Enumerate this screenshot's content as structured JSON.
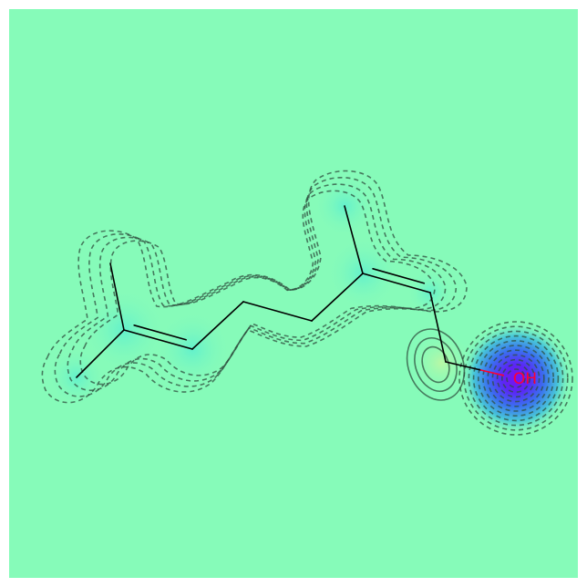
{
  "molecule": {
    "background_color": "#86fbb9",
    "bond_color": "#000000",
    "heteroatom_color": "#ff0033",
    "contour_color": "#2f4f3f",
    "atoms": [
      {
        "id": "c1",
        "element": "C",
        "label": ""
      },
      {
        "id": "c2",
        "element": "C",
        "label": ""
      },
      {
        "id": "c3",
        "element": "C",
        "label": ""
      },
      {
        "id": "c4",
        "element": "C",
        "label": ""
      },
      {
        "id": "c5",
        "element": "C",
        "label": ""
      },
      {
        "id": "c6",
        "element": "C",
        "label": ""
      },
      {
        "id": "c7",
        "element": "C",
        "label": ""
      },
      {
        "id": "c8",
        "element": "C",
        "label": ""
      },
      {
        "id": "c9",
        "element": "C",
        "label": ""
      },
      {
        "id": "c10",
        "element": "C",
        "label": ""
      },
      {
        "id": "c11",
        "element": "C",
        "label": ""
      },
      {
        "id": "o1",
        "element": "O",
        "label": "OH"
      }
    ],
    "bonds": [
      {
        "from": "c1",
        "to": "c2",
        "order": 1
      },
      {
        "from": "c2",
        "to": "c3",
        "order": 1
      },
      {
        "from": "c2",
        "to": "c4",
        "order": 2
      },
      {
        "from": "c4",
        "to": "c5",
        "order": 1
      },
      {
        "from": "c5",
        "to": "c6",
        "order": 1
      },
      {
        "from": "c6",
        "to": "c7",
        "order": 1
      },
      {
        "from": "c7",
        "to": "c8",
        "order": 1
      },
      {
        "from": "c8",
        "to": "c9",
        "order": 1
      },
      {
        "from": "c8",
        "to": "c10",
        "order": 2
      },
      {
        "from": "c10",
        "to": "c11",
        "order": 1
      },
      {
        "from": "c11",
        "to": "o1",
        "order": 1
      }
    ]
  }
}
